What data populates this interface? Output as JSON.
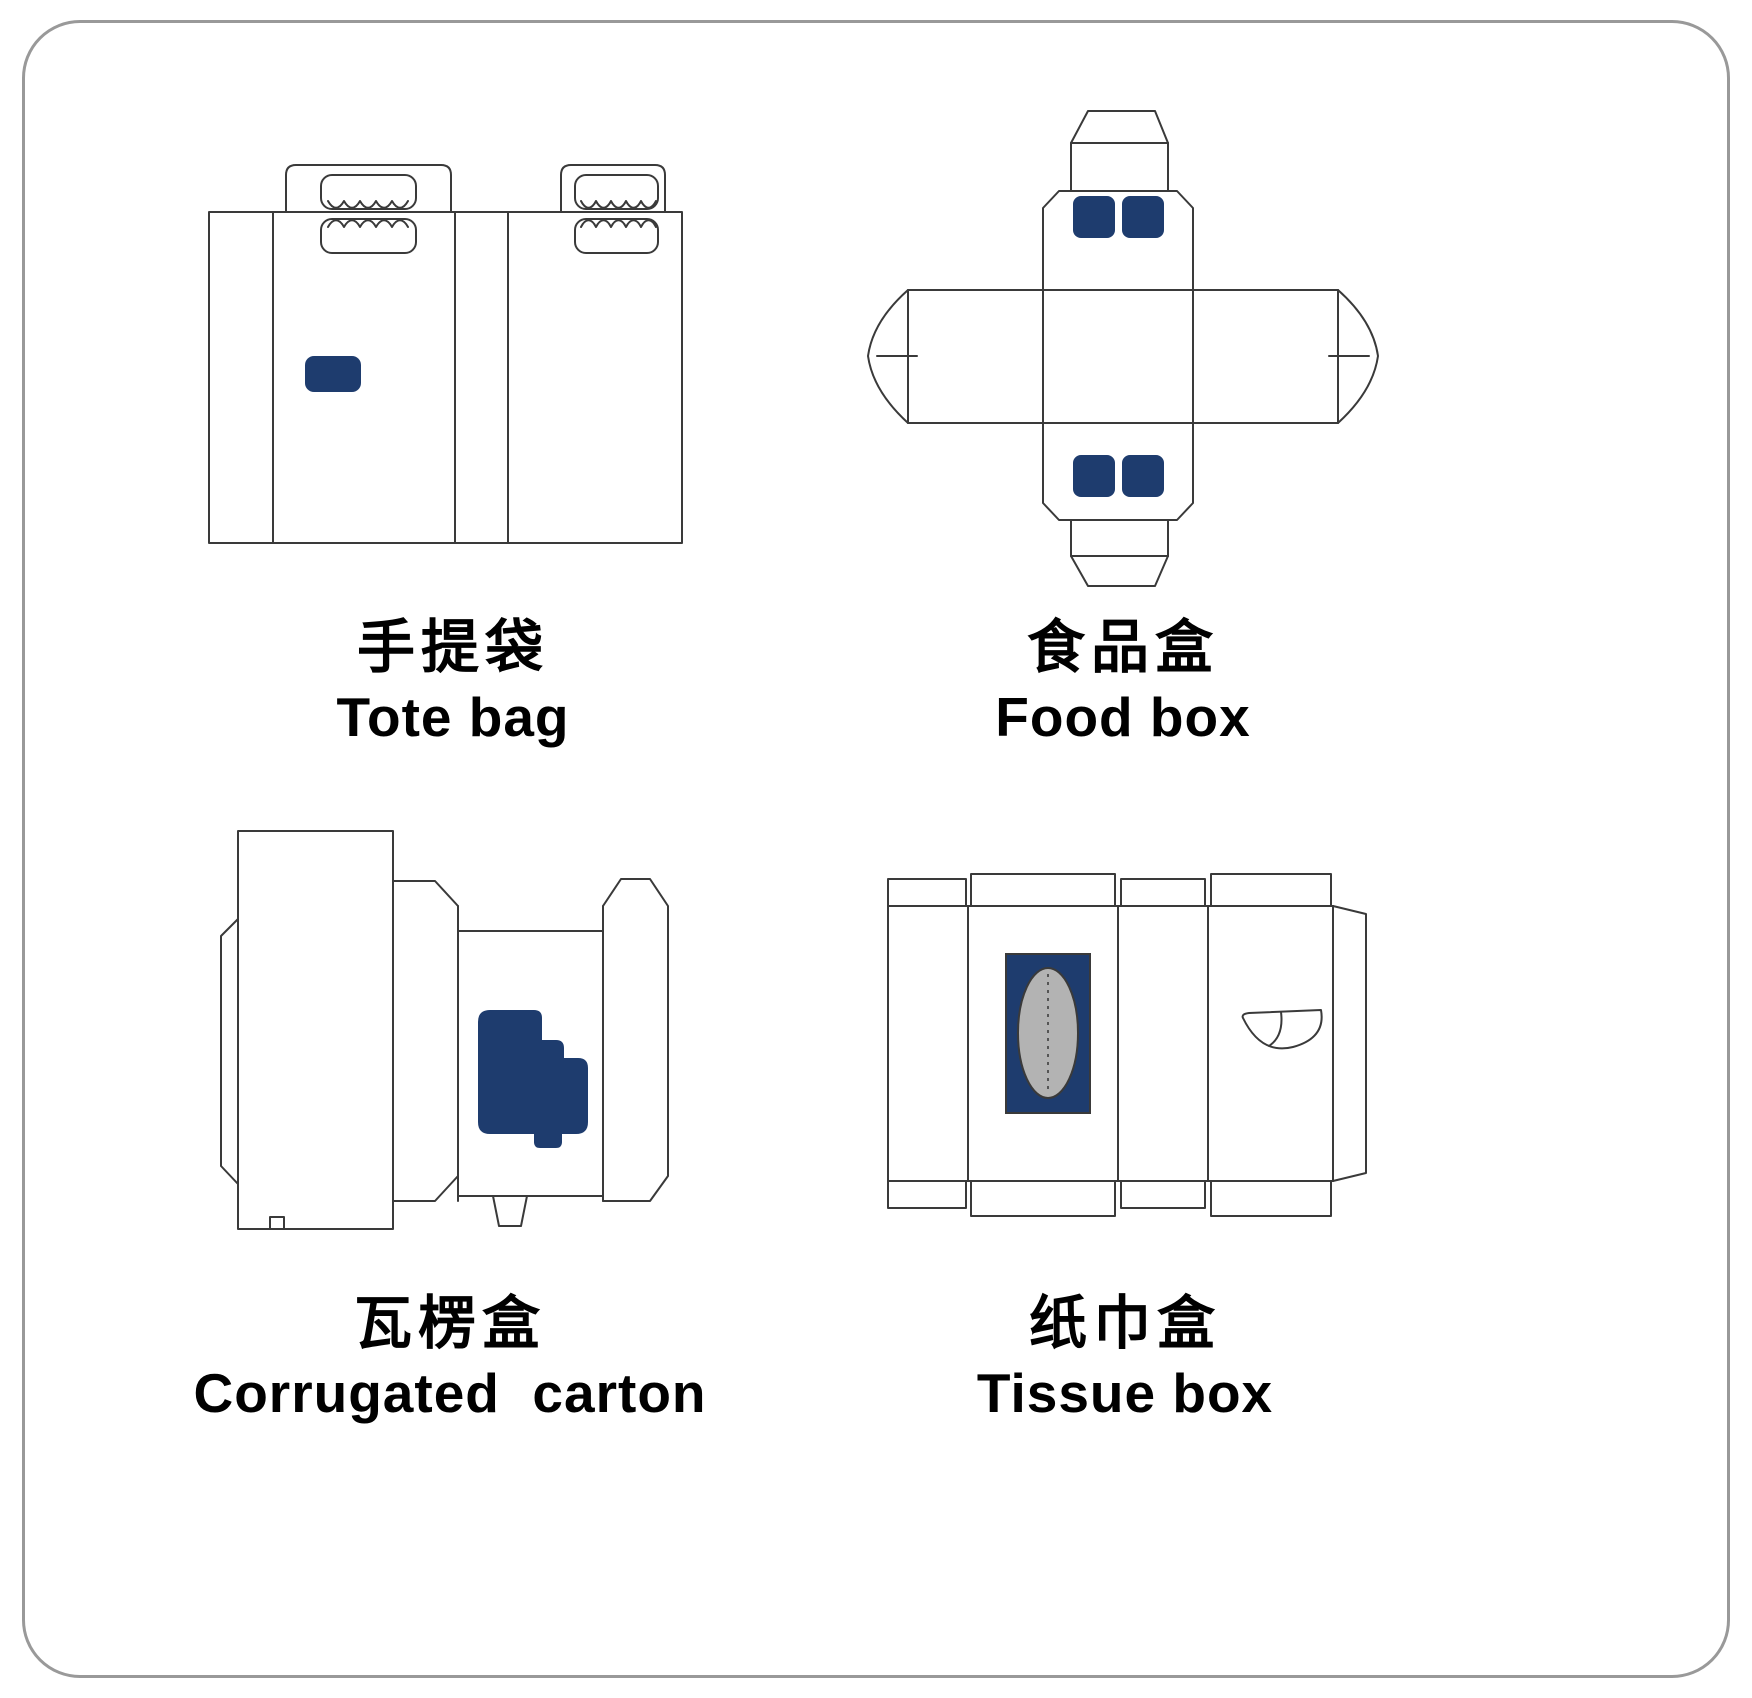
{
  "frame": {
    "border_color": "#999999",
    "background": "#ffffff"
  },
  "colors": {
    "accent": "#1e3c6e",
    "line": "#3a3a3a",
    "gray": "#b3b3b3"
  },
  "items": [
    {
      "id": "tote-bag",
      "label_zh": "手提袋",
      "label_en": "Tote bag"
    },
    {
      "id": "food-box",
      "label_zh": "食品盒",
      "label_en": "Food box"
    },
    {
      "id": "corrugated-carton",
      "label_zh": "瓦楞盒",
      "label_en": "Corrugated  carton"
    },
    {
      "id": "tissue-box",
      "label_zh": "纸巾盒",
      "label_en": "Tissue box"
    }
  ]
}
